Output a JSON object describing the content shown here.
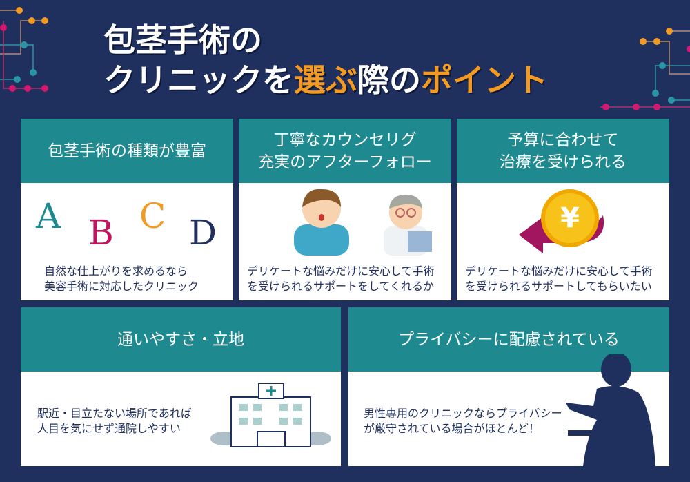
{
  "title": {
    "line1": "包茎手術の",
    "line2_a": "クリニックを",
    "line2_b": "選ぶ",
    "line2_c": "際の",
    "line2_d": "ポイント"
  },
  "colors": {
    "background": "#1f2f5e",
    "header": "#1e8a90",
    "accent": "#f39a22",
    "pink": "#d6176f"
  },
  "cards": [
    {
      "heading": [
        "包茎手術の種類が豊富"
      ],
      "letters": [
        "A",
        "B",
        "C",
        "D"
      ],
      "desc": [
        "自然な仕上がりを求めるなら",
        "美容手術に対応したクリニック"
      ]
    },
    {
      "heading": [
        "丁寧なカウンセリグ",
        "充実のアフターフォロー"
      ],
      "desc": [
        "デリケートな悩みだけに安心して手術",
        "を受けられるサポートをしてくれるか"
      ]
    },
    {
      "heading": [
        "予算に合わせて",
        "治療を受けられる"
      ],
      "coin_symbol": "¥",
      "desc": [
        "デリケートな悩みだけに安心して手術",
        "を受けられるサポートしてもらいたい"
      ]
    },
    {
      "heading": [
        "通いやすさ・立地"
      ],
      "desc": [
        "駅近・目立たない場所であれば",
        "人目を気にせず通院しやすい"
      ]
    },
    {
      "heading": [
        "プライバシーに配慮されている"
      ],
      "desc": [
        "男性専用のクリニックならプライバシー",
        "が厳守されている場合がほとんど！"
      ]
    }
  ]
}
